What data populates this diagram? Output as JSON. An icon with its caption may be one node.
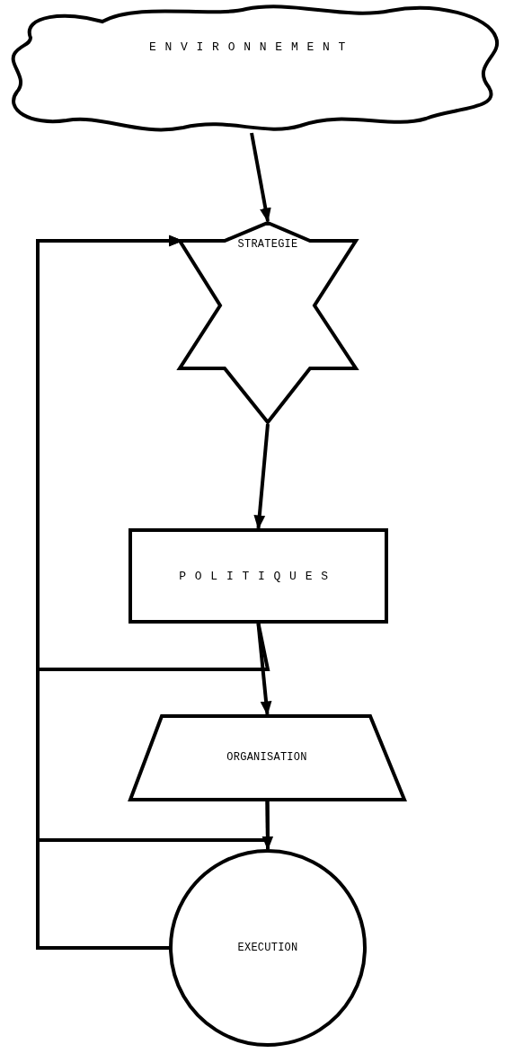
{
  "diagram": {
    "nodes": [
      {
        "text": [
          "ENVIRONNEMENT"
        ]
      },
      {
        "text": [
          "STRATEGIE"
        ]
      },
      {
        "text": [
          "POLITIQUES"
        ]
      },
      {
        "text": [
          "ORGANISATION"
        ]
      },
      {
        "text": [
          "EXECUTION"
        ]
      }
    ],
    "edges": [
      {
        "from": 0,
        "to": 1,
        "arrow": "to"
      },
      {
        "from": 1,
        "to": 2,
        "arrow": "to"
      },
      {
        "from": 2,
        "to": 3,
        "arrow": "to"
      },
      {
        "from": 3,
        "to": 4,
        "arrow": "to"
      },
      {
        "from": 4,
        "to": 1,
        "arrow": "to"
      },
      {
        "from": 2,
        "to": 1,
        "arrow": "to"
      },
      {
        "from": 3,
        "to": 1,
        "arrow": "to"
      }
    ]
  }
}
